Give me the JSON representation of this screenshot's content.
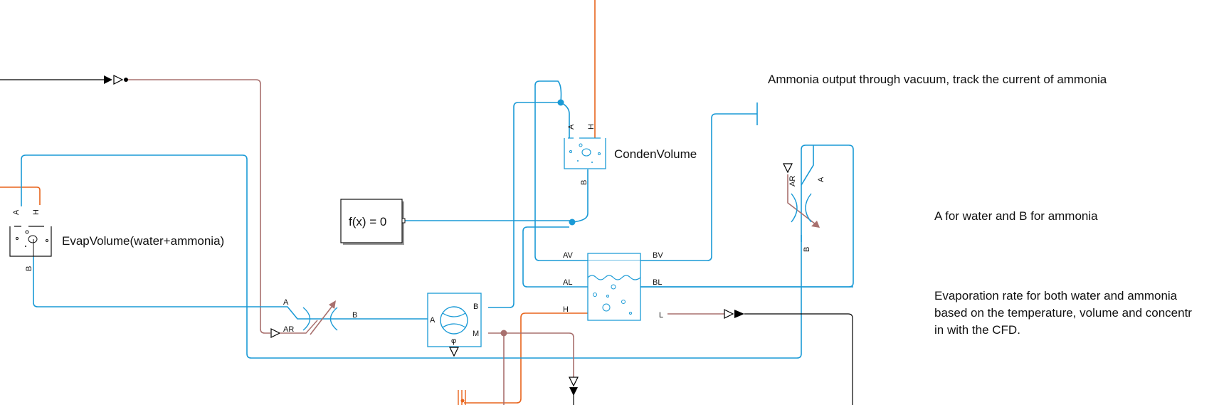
{
  "colors": {
    "thermal_liquid": "#1a9ad6",
    "thermal": "#e8641c",
    "signal": "#a8706e",
    "physical_signal": "#000000"
  },
  "blocks": {
    "evap_volume": {
      "label": "EvapVolume(water+ammonia)",
      "ports": {
        "a": "A",
        "h": "H",
        "b": "B"
      }
    },
    "conden_volume": {
      "label": "CondenVolume",
      "ports": {
        "a": "A",
        "h": "H",
        "b": "B"
      }
    },
    "solver_config": {
      "label": "f(x) = 0"
    },
    "left_valve": {
      "ports": {
        "a": "A",
        "b": "B",
        "ar": "AR"
      }
    },
    "right_valve": {
      "ports": {
        "a": "A",
        "b": "B",
        "ar": "AR"
      }
    },
    "mass_flow_sensor": {
      "ports": {
        "a": "A",
        "b": "B",
        "m": "M",
        "phi": "φ"
      }
    },
    "two_phase_tank": {
      "ports": {
        "av": "AV",
        "bv": "BV",
        "al": "AL",
        "bl": "BL",
        "h": "H",
        "l": "L"
      }
    }
  },
  "annotations": {
    "ammonia_output": "Ammonia output through vacuum, track the current of ammonia",
    "a_b_note": "A for water and B for ammonia",
    "evap_rate_line1": "Evaporation rate for both water and ammonia",
    "evap_rate_line2": "based on the temperature, volume and concentr",
    "evap_rate_line3": "in with the CFD."
  }
}
